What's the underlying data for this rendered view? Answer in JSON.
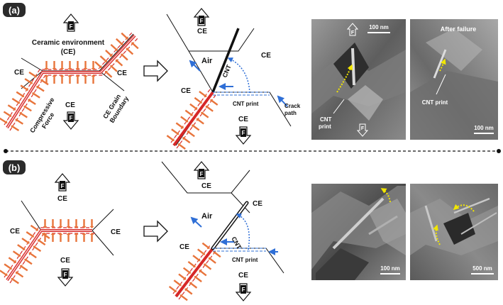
{
  "panels": [
    {
      "tag": "(a)",
      "left": {
        "ceramic_env": "Ceramic environment",
        "ceramic_env_abbr": "(CE)",
        "ce": "CE",
        "compressive_line1": "Compressive",
        "compressive_line2": "Force",
        "boundary_line1": "CE Grain",
        "boundary_line2": "Boundary",
        "force": "F"
      },
      "middle": {
        "air": "Air",
        "cnt": "CNT",
        "ce": "CE",
        "cnt_print": "CNT print",
        "crack_line1": "Crack",
        "crack_line2": "path",
        "force": "F"
      },
      "sem1": {
        "scale": "100 nm",
        "print_line1": "CNT",
        "print_line2": "print",
        "force": "F"
      },
      "sem2": {
        "title": "After failure",
        "print": "CNT print",
        "scale": "100 nm"
      }
    },
    {
      "tag": "(b)",
      "left": {
        "ce": "CE",
        "force": "F"
      },
      "middle": {
        "air": "Air",
        "cnt": "CNT",
        "ce": "CE",
        "cnt_print": "CNT print",
        "force": "F"
      },
      "sem1": {
        "scale": "100 nm"
      },
      "sem2": {
        "scale": "500 nm"
      }
    }
  ],
  "colors": {
    "compressive_arrow": "#e8743b",
    "cnt_red": "#d62828",
    "blue_arrow": "#2f6fd6",
    "sem_trace": "#f2e600"
  }
}
